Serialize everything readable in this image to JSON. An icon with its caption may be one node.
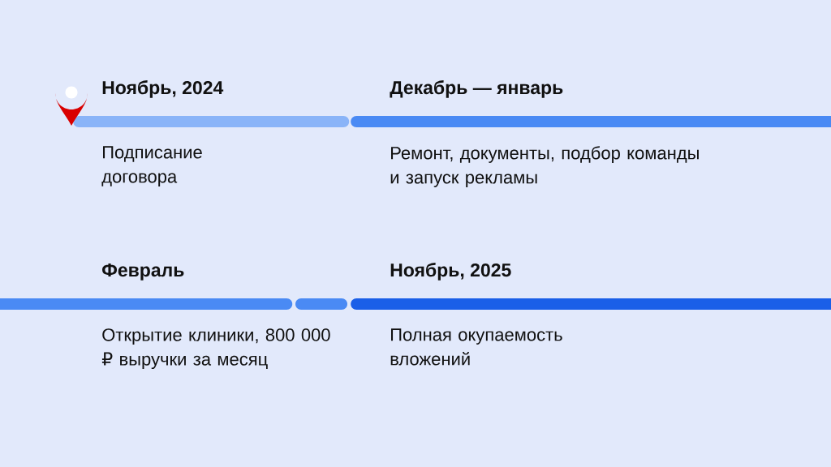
{
  "diagram": {
    "nodes": [
      {
        "text": [
          "Ноябрь, 2024",
          "Подписание договора"
        ]
      },
      {
        "text": [
          "Декабрь — январь",
          "Ремонт, документы, подбор команды и запуск рекламы"
        ]
      },
      {
        "text": [
          "Февраль",
          "Открытие клиники, 800 000 ₽ выручки за месяц"
        ]
      },
      {
        "text": [
          "Ноябрь, 2025",
          "Полная окупаемость вложений"
        ]
      }
    ]
  }
}
